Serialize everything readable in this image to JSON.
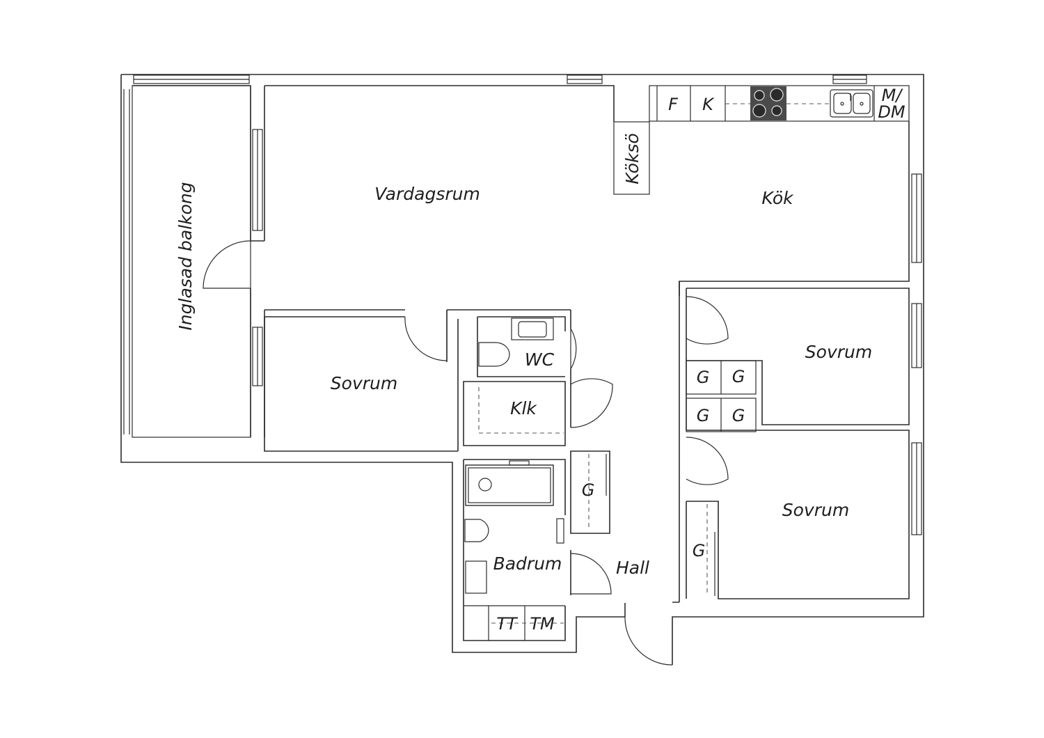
{
  "rooms": {
    "balcony": "Inglasad balkong",
    "living": "Vardagsrum",
    "kitchen": "Kök",
    "kitchen_island": "Köksö",
    "bedroom_1": "Sovrum",
    "bedroom_2": "Sovrum",
    "bedroom_3": "Sovrum",
    "wc": "WC",
    "closet": "Klk",
    "bathroom": "Badrum",
    "hall": "Hall"
  },
  "fixtures": {
    "fridge": "F",
    "freezer": "K",
    "dishwasher": "M/\nDM",
    "dishwasher_line1": "M/",
    "dishwasher_line2": "DM",
    "wardrobe": "G",
    "dryer": "TT",
    "washer": "TM"
  },
  "colors": {
    "wall": "#2b2b2b",
    "stove": "#4a4a4a",
    "background": "#ffffff"
  }
}
